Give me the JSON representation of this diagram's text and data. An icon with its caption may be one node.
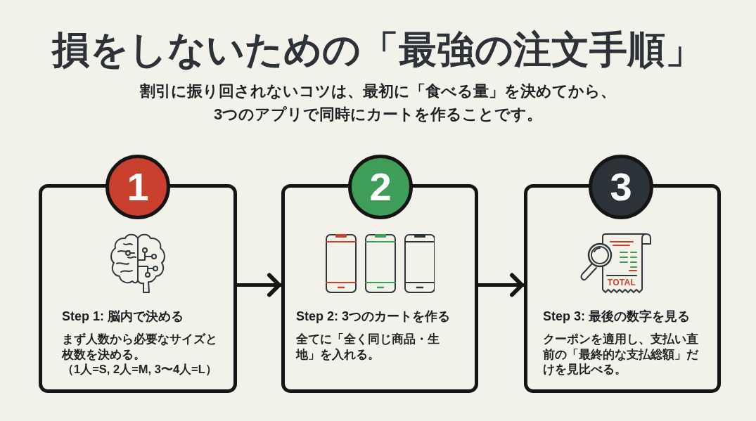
{
  "diagram": {
    "title": "損をしないための「最強の注文手順」",
    "nodes": [
      {
        "text": [
          "1"
        ]
      },
      {
        "text": [
          "Step 1: 脳内で決める",
          "まず人数から必要なサイズと枚数を決める。",
          "（1人=S, 2人=M, 3〜4人=L）"
        ]
      },
      {
        "text": [
          "2"
        ]
      },
      {
        "text": [
          "Step 2: 3つのカートを作る",
          "全てに「全く同じ商品・生地」を入れる。"
        ]
      },
      {
        "text": [
          "3"
        ]
      },
      {
        "text": [
          "Step 3: 最後の数字を見る",
          "クーポンを適用し、支払い直前の「最終的な支払総額」だけを見比べる。"
        ]
      }
    ],
    "edges": [
      {
        "from": 1,
        "to": 3,
        "arrow": "to"
      },
      {
        "from": 3,
        "to": 5,
        "arrow": "to"
      }
    ],
    "labels": [
      "割引に振り回されないコツは、最初に「食べる量」を決めてから、3つのアプリで同時にカートを作ることです。",
      "TOTAL"
    ]
  }
}
